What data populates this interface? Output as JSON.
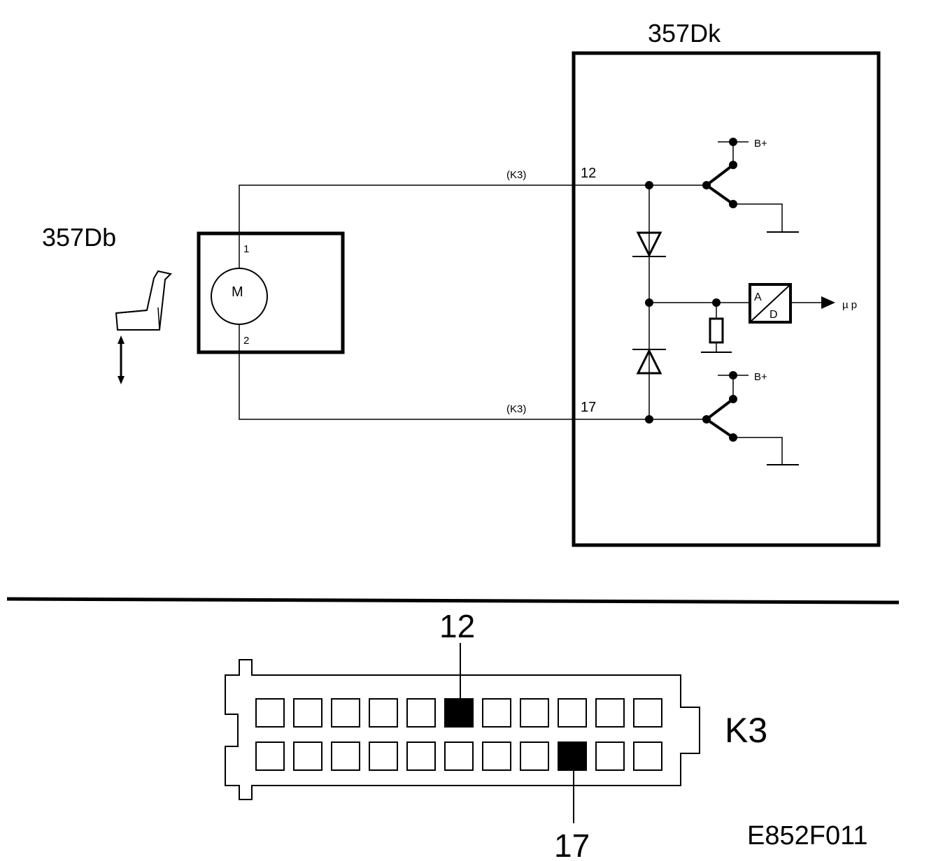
{
  "labels": {
    "ecu_name": "357Dk",
    "motor_unit_name": "357Db",
    "motor_symbol": "M",
    "motor_pin_1": "1",
    "motor_pin_2": "2",
    "wire_top_connector": "(K3)",
    "wire_bottom_connector": "(K3)",
    "ecu_pin_top": "12",
    "ecu_pin_bottom": "17",
    "supply_top": "B+",
    "supply_bottom": "B+",
    "adc_a": "A",
    "adc_d": "D",
    "microprocessor": "µ p",
    "connector_pin_top": "12",
    "connector_pin_bottom": "17",
    "connector_name": "K3",
    "figure_code": "E852F011"
  },
  "connector": {
    "rows": 2,
    "columns": 11,
    "highlighted": [
      {
        "pin": "12",
        "row": 1,
        "column": 6
      },
      {
        "pin": "17",
        "row": 2,
        "column": 9
      }
    ]
  }
}
